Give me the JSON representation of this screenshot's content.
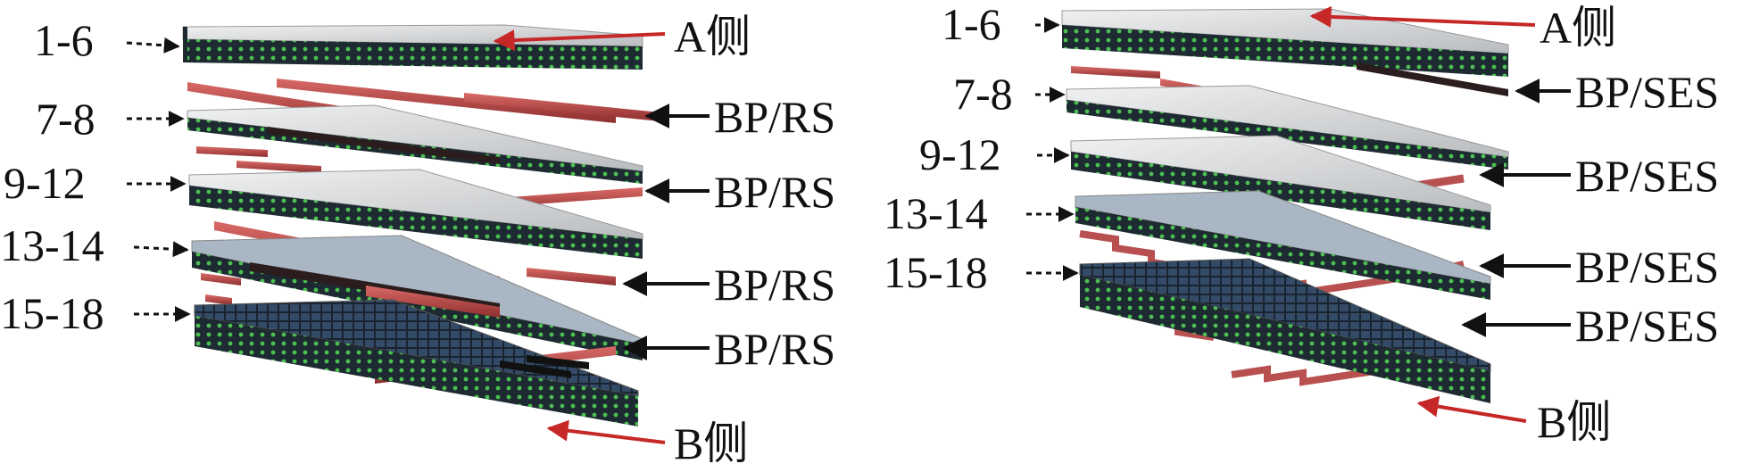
{
  "left_diagram": {
    "ply_labels": [
      "1-6",
      "7-8",
      "9-12",
      "13-14",
      "15-18"
    ],
    "side_top": "A侧",
    "side_bottom": "B侧",
    "interleaf_labels": [
      "BP/RS",
      "BP/RS",
      "BP/RS",
      "BP/RS"
    ]
  },
  "right_diagram": {
    "ply_labels": [
      "1-6",
      "7-8",
      "9-12",
      "13-14",
      "15-18"
    ],
    "side_top": "A侧",
    "side_bottom": "B侧",
    "interleaf_labels": [
      "BP/SES",
      "BP/SES",
      "BP/SES",
      "BP/SES"
    ]
  },
  "colors": {
    "panel_top": "#d9dadb",
    "panel_side_green": "#2f7a3a",
    "panel_side_dark": "#1f2a33",
    "strip_red": "#b8504f",
    "strip_dark": "#2b1d1d",
    "arrow_red": "#c62828",
    "arrow_black": "#111111"
  }
}
